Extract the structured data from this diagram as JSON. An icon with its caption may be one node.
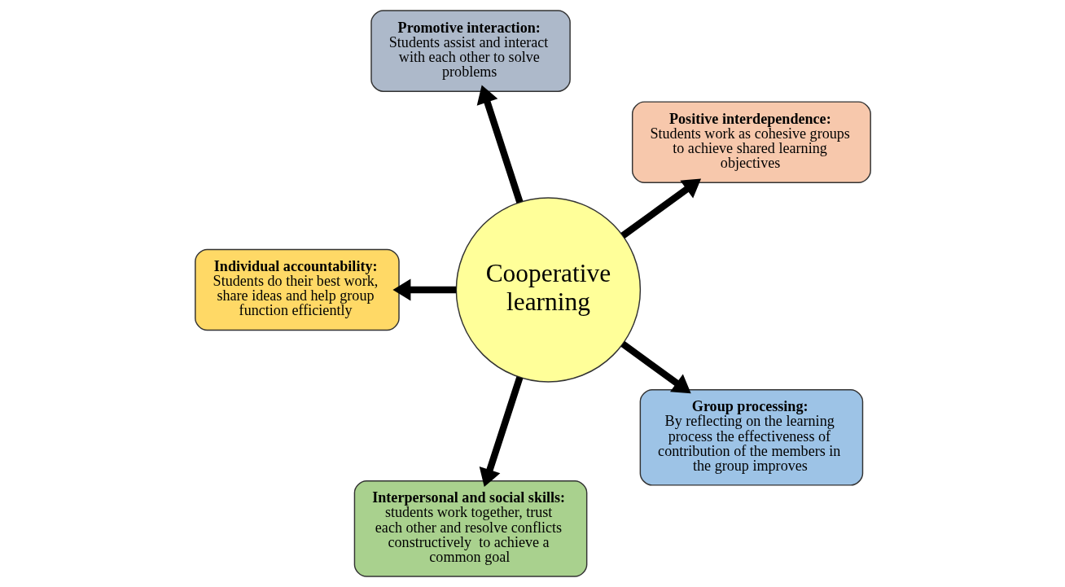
{
  "diagram": {
    "nodes": [
      {
        "text": [
          "Positive interdependence:",
          "Students work as cohesive groups to achieve shared learning objectives"
        ]
      },
      {
        "text": [
          "Promotive interaction:",
          "Students assist and interact with each other to solve problems"
        ]
      },
      {
        "text": [
          "Individual accountability:",
          "Students do their best work, share ideas and help group function efficiently"
        ]
      },
      {
        "text": [
          "Cooperative learning"
        ]
      },
      {
        "text": [
          "Interpersonal and social skills:",
          "students work together, trust each other and resolve conflicts constructively  to achieve a common goal"
        ]
      },
      {
        "text": [
          "Group processing:",
          "By reflecting on the learning process the effectiveness of contribution of the members in the group improves"
        ]
      }
    ],
    "edges": [
      {
        "from": 3,
        "to": 0,
        "arrow": "to"
      },
      {
        "from": 3,
        "to": 1,
        "arrow": "to"
      },
      {
        "from": 3,
        "to": 2,
        "arrow": "to"
      },
      {
        "from": 3,
        "to": 4,
        "arrow": "to"
      },
      {
        "from": 3,
        "to": 5,
        "arrow": "to"
      }
    ]
  }
}
